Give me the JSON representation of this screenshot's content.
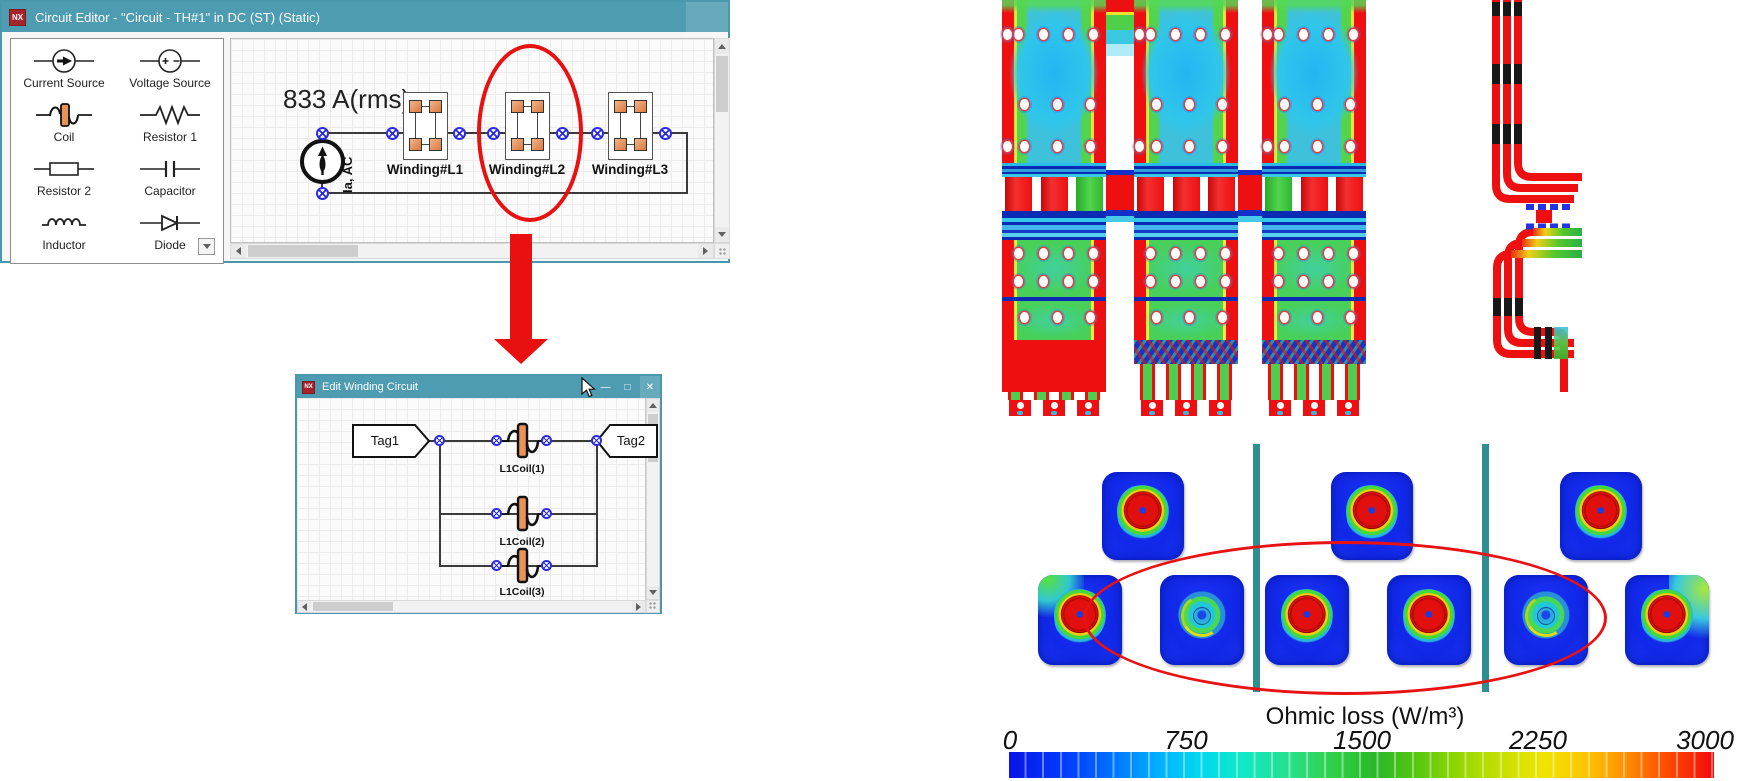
{
  "nx_logo": "NX",
  "window_glyphs": {
    "minimize": "—",
    "maximize": "□",
    "close": "✕"
  },
  "colors": {
    "titlebar": "#4d9cb2",
    "window_border": "#4a98ad",
    "annotation_red": "#e81010",
    "node_blue": "#2a2ae0",
    "coil_orange": "#e8935a",
    "teal_divider": "#2e8f92",
    "heat_blue": "#1228e8",
    "heat_red": "#ee1010",
    "heat_green": "#48d058",
    "heat_cyan": "#35c8f0"
  },
  "circuit_editor": {
    "title": "Circuit Editor - \"Circuit - TH#1\" in DC (ST) (Static)",
    "palette_items": [
      {
        "label": "Current Source"
      },
      {
        "label": "Voltage Source"
      },
      {
        "label": "Coil"
      },
      {
        "label": "Resistor 1"
      },
      {
        "label": "Resistor 2"
      },
      {
        "label": "Capacitor"
      },
      {
        "label": "Inductor"
      },
      {
        "label": "Diode"
      }
    ],
    "canvas": {
      "current_annotation": "833 A(rms)",
      "source_label": "Ia, AC",
      "windings": [
        {
          "label": "Winding#L1"
        },
        {
          "label": "Winding#L2"
        },
        {
          "label": "Winding#L3"
        }
      ]
    }
  },
  "edit_window": {
    "title": "Edit Winding Circuit",
    "tags": [
      {
        "label": "Tag1"
      },
      {
        "label": "Tag2"
      }
    ],
    "coils": [
      {
        "label": "L1Coil(1)"
      },
      {
        "label": "L1Coil(2)"
      },
      {
        "label": "L1Coil(3)"
      }
    ]
  },
  "results": {
    "colorbar": {
      "title": "Ohmic loss (W/m³)",
      "units": "W/m³",
      "min": 0,
      "max": 3000,
      "ticks": [
        "0",
        "750",
        "1500",
        "2250",
        "3000"
      ],
      "gradient": [
        "#0714e8",
        "#00a6ff",
        "#10e8c8",
        "#30d048",
        "#96d800",
        "#f0e400",
        "#ff8800",
        "#f00c0c"
      ]
    }
  }
}
